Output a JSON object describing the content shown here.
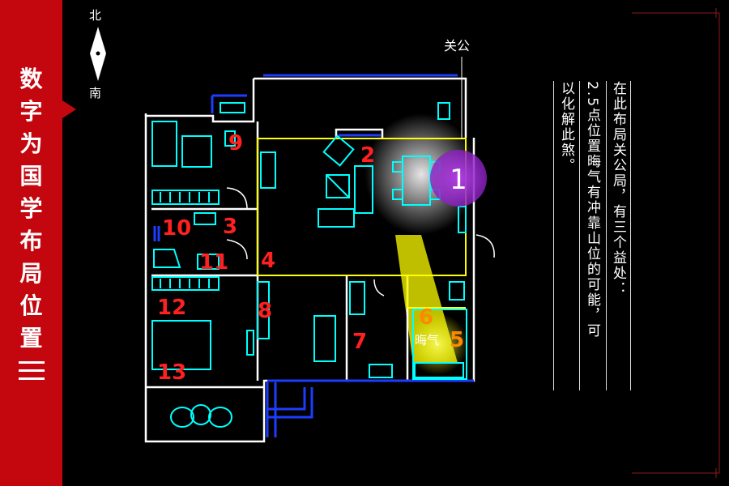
{
  "sidebar": {
    "title_chars": [
      "数",
      "字",
      "为",
      "国",
      "学",
      "布",
      "局",
      "位",
      "置"
    ],
    "suffix_icon": "three-lines-icon"
  },
  "compass": {
    "north": "北",
    "south": "南"
  },
  "plan": {
    "door_label": "关公",
    "hui_label": "晦气",
    "highlight_number": "1",
    "numbers": [
      "2",
      "3",
      "4",
      "5",
      "6",
      "7",
      "8",
      "9",
      "10",
      "11",
      "12",
      "13"
    ]
  },
  "notes": {
    "col1": "在此布局关公局，有三个益处：",
    "col2": "2.5点位置晦气有冲靠山位的可能，可",
    "col3": "以化解此煞。"
  },
  "colors": {
    "sidebar": "#c4070f",
    "wall": "#ffffff",
    "furniture": "#00ffff",
    "window": "#1e3cff",
    "zone": "#ffff00",
    "number": "#ff2020",
    "highlight": "#9b30d9"
  }
}
